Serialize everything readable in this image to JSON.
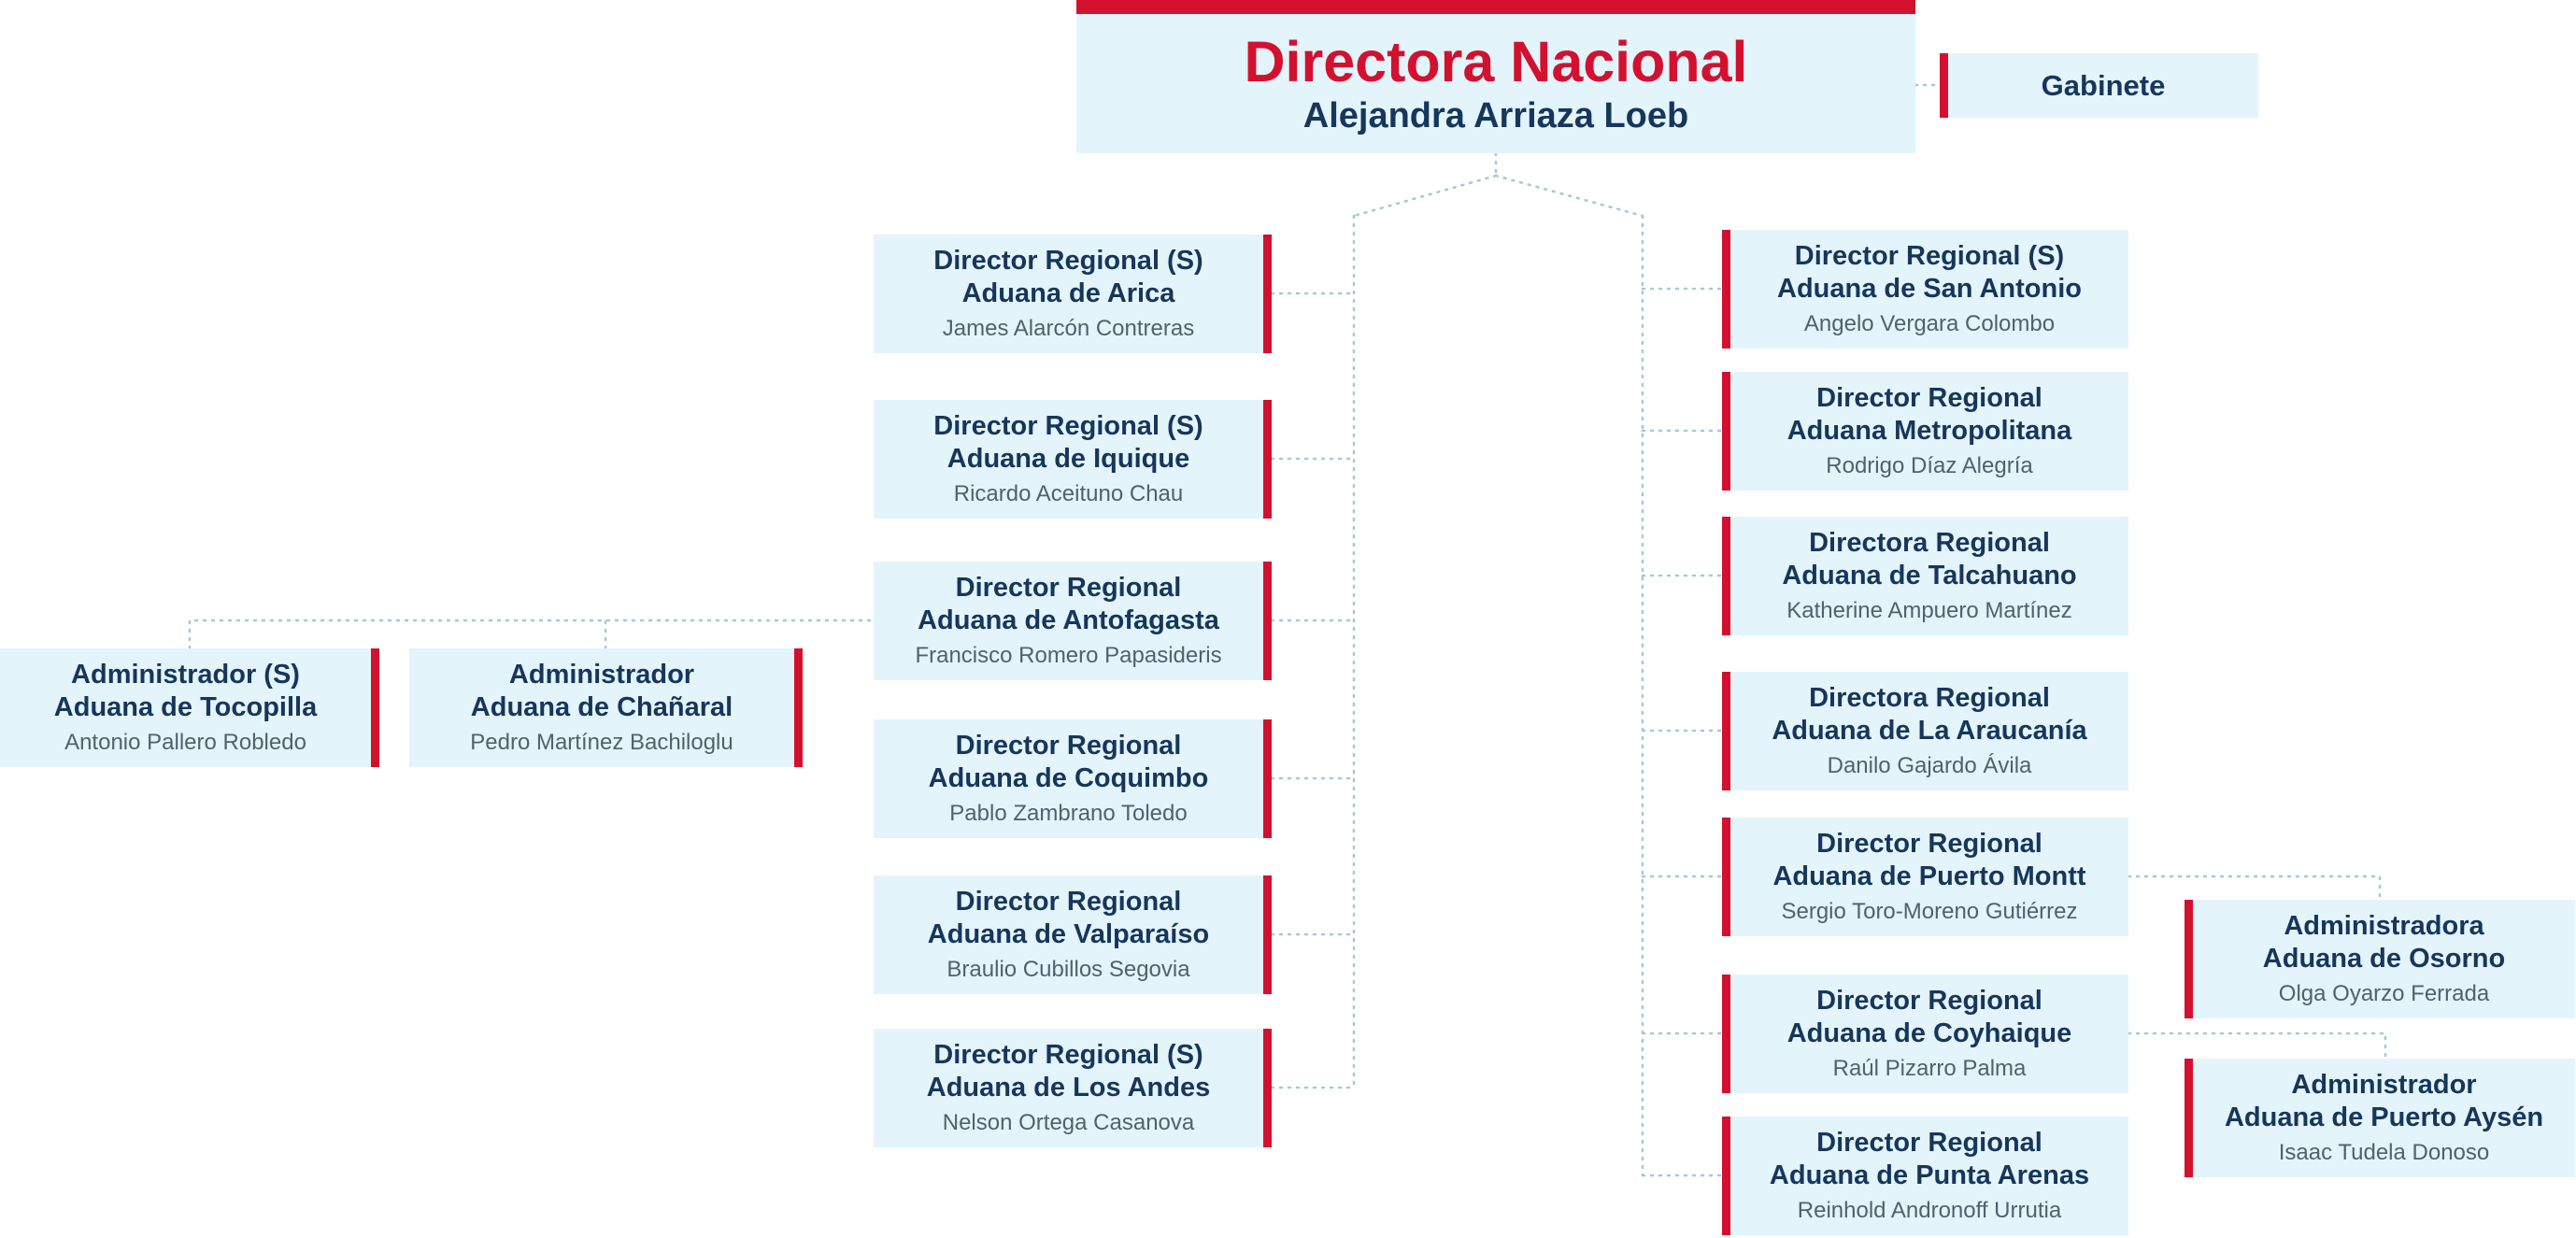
{
  "colors": {
    "box_background": "#e3f4fb",
    "accent_red": "#d3112f",
    "title_navy": "#16365b",
    "name_gray": "#51616d",
    "connector_blue": "#a4c9d6"
  },
  "national": {
    "title": "Directora Nacional",
    "name": "Alejandra Arriaza Loeb"
  },
  "cabinet": {
    "label": "Gabinete"
  },
  "left_column": [
    {
      "title1": "Director Regional (S)",
      "title2": "Aduana de Arica",
      "name": "James Alarcón Contreras"
    },
    {
      "title1": "Director Regional (S)",
      "title2": "Aduana de Iquique",
      "name": "Ricardo Aceituno Chau"
    },
    {
      "title1": "Director Regional",
      "title2": "Aduana de Antofagasta",
      "name": "Francisco Romero Papasideris"
    },
    {
      "title1": "Director Regional",
      "title2": "Aduana de Coquimbo",
      "name": "Pablo Zambrano Toledo"
    },
    {
      "title1": "Director Regional",
      "title2": "Aduana de Valparaíso",
      "name": "Braulio Cubillos Segovia"
    },
    {
      "title1": "Director Regional (S)",
      "title2": "Aduana de Los Andes",
      "name": "Nelson Ortega Casanova"
    }
  ],
  "right_column": [
    {
      "title1": "Director Regional (S)",
      "title2": "Aduana de San Antonio",
      "name": "Angelo Vergara Colombo"
    },
    {
      "title1": "Director Regional",
      "title2": "Aduana Metropolitana",
      "name": "Rodrigo Díaz Alegría"
    },
    {
      "title1": "Directora Regional",
      "title2": "Aduana de Talcahuano",
      "name": "Katherine Ampuero Martínez"
    },
    {
      "title1": "Directora Regional",
      "title2": "Aduana de La Araucanía",
      "name": "Danilo Gajardo Ávila"
    },
    {
      "title1": "Director Regional",
      "title2": "Aduana de Puerto Montt",
      "name": "Sergio Toro-Moreno Gutiérrez"
    },
    {
      "title1": "Director Regional",
      "title2": "Aduana de Coyhaique",
      "name": "Raúl Pizarro Palma"
    },
    {
      "title1": "Director Regional",
      "title2": "Aduana de Punta Arenas",
      "name": "Reinhold Andronoff Urrutia"
    }
  ],
  "left_admins": [
    {
      "title1": "Administrador (S)",
      "title2": "Aduana de Tocopilla",
      "name": "Antonio Pallero Robledo"
    },
    {
      "title1": "Administrador",
      "title2": "Aduana de Chañaral",
      "name": "Pedro Martínez Bachiloglu"
    }
  ],
  "right_admins": [
    {
      "title1": "Administradora",
      "title2": "Aduana de Osorno",
      "name": "Olga Oyarzo Ferrada"
    },
    {
      "title1": "Administrador",
      "title2": "Aduana de Puerto Aysén",
      "name": "Isaac Tudela Donoso"
    }
  ]
}
